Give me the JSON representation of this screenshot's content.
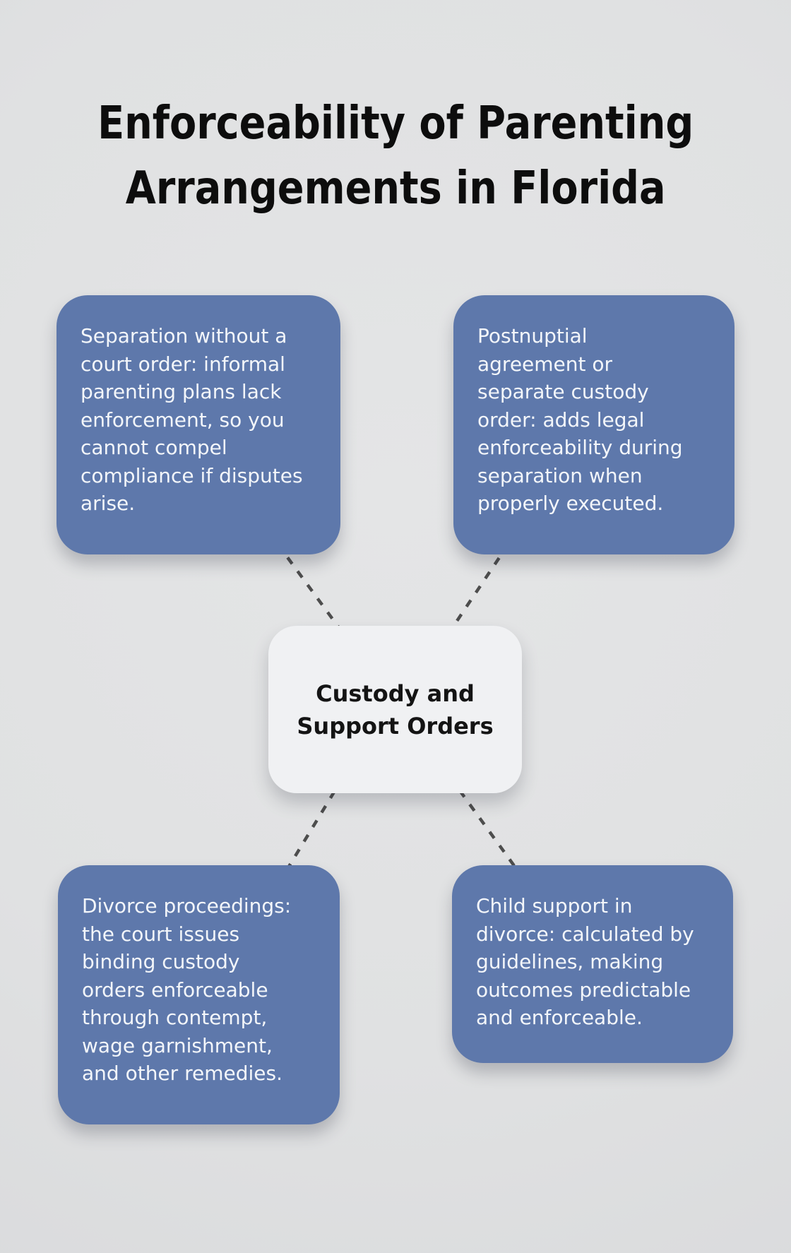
{
  "title": {
    "lines": [
      "Enforceability of Parenting",
      "Arrangements in Florida"
    ]
  },
  "center_node": {
    "lines": [
      "Custody and",
      "Support Orders"
    ]
  },
  "nodes": {
    "top_left": {
      "lines": [
        "Separation without a",
        "court order: informal",
        "parenting plans lack",
        "enforcement, so you",
        "cannot compel",
        "compliance if disputes",
        "arise."
      ]
    },
    "top_right": {
      "lines": [
        "Postnuptial",
        "agreement or",
        "separate custody",
        "order: adds legal",
        "enforceability during",
        "separation when",
        "properly executed."
      ]
    },
    "bottom_left": {
      "lines": [
        "Divorce proceedings:",
        "the court issues",
        "binding custody",
        "orders enforceable",
        "through contempt,",
        "wage garnishment,",
        "and other remedies."
      ]
    },
    "bottom_right": {
      "lines": [
        "Child support in",
        "divorce: calculated by",
        "guidelines, making",
        "outcomes predictable",
        "and enforceable."
      ]
    }
  },
  "colors": {
    "background": "#E0E1E2",
    "node_background": "#5E78AB",
    "node_text": "#F3F6FA",
    "center_background": "#F0F1F3",
    "center_text": "#141414",
    "title_text": "#0D0D0D",
    "connector": "#4D4D4D"
  }
}
